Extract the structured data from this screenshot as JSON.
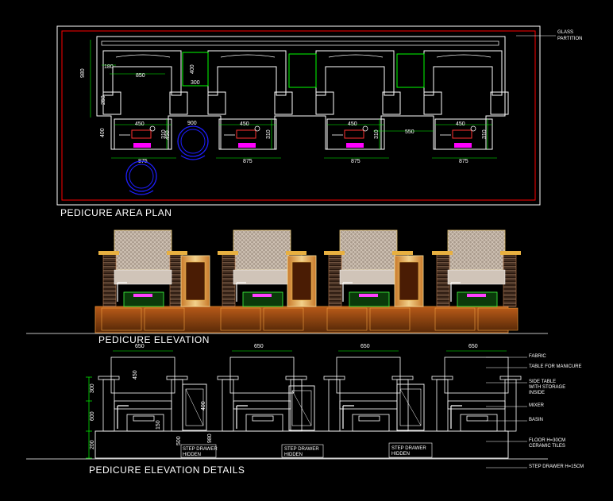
{
  "titles": {
    "plan": "PEDICURE  AREA PLAN",
    "elevation": "PEDICURE  ELEVATION",
    "details": "PEDICURE  ELEVATION DETAILS"
  },
  "plan": {
    "glass_partition": [
      "GLASS",
      "PARTITION"
    ],
    "dims": {
      "d980": "980",
      "d180": "180",
      "d850": "850",
      "d250": "250",
      "d400a": "400",
      "d300": "300",
      "d400b": "400",
      "d450": "450",
      "d310": "310",
      "d450b": "450",
      "d550": "550",
      "d875": "875",
      "d900": "900"
    }
  },
  "details": {
    "d650": "650",
    "d200": "200",
    "d450": "450",
    "d400": "400",
    "d500": "500",
    "d980": "980",
    "d150": "150",
    "d300": "300",
    "d600": "600",
    "step_drawer_labels": [
      "STEP DRAWER",
      "HIDDEN"
    ],
    "callouts": [
      [
        "FABRIC"
      ],
      [
        "TABLE FOR MANICURE"
      ],
      [
        "SIDE TABLE",
        "WITH STORAGE",
        "INSIDE"
      ],
      [
        "MIXER"
      ],
      [
        "BASIN"
      ],
      [
        "FLOOR H=30CM",
        "CERAMIC TILES"
      ],
      [
        "STEP DRAWER H=15CM"
      ]
    ]
  },
  "colors": {
    "background": "#000000",
    "linework": "#ffffff",
    "frame": "#ff0000",
    "dimension": "#00ff00",
    "furniture": "#0000ff",
    "wood": "#c86a1e",
    "gold": "#e8b040",
    "lattice": "#b9a89a",
    "magenta": "#ff00ff"
  }
}
